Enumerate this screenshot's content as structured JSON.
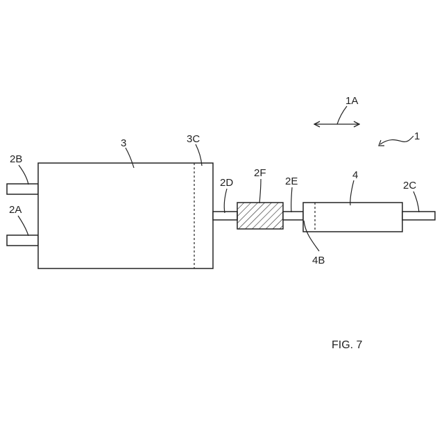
{
  "labels": {
    "device": "1",
    "direction": "1A",
    "tube_2a": "2A",
    "tube_2b": "2B",
    "tube_2c": "2C",
    "tube_2d": "2D",
    "tube_2e": "2E",
    "filter_2f": "2F",
    "main_unit": "3",
    "main_unit_section": "3C",
    "second_unit": "4",
    "second_unit_section": "4B"
  },
  "caption": "FIG. 7",
  "colors": {
    "ink": "#222222",
    "background": "#ffffff"
  }
}
